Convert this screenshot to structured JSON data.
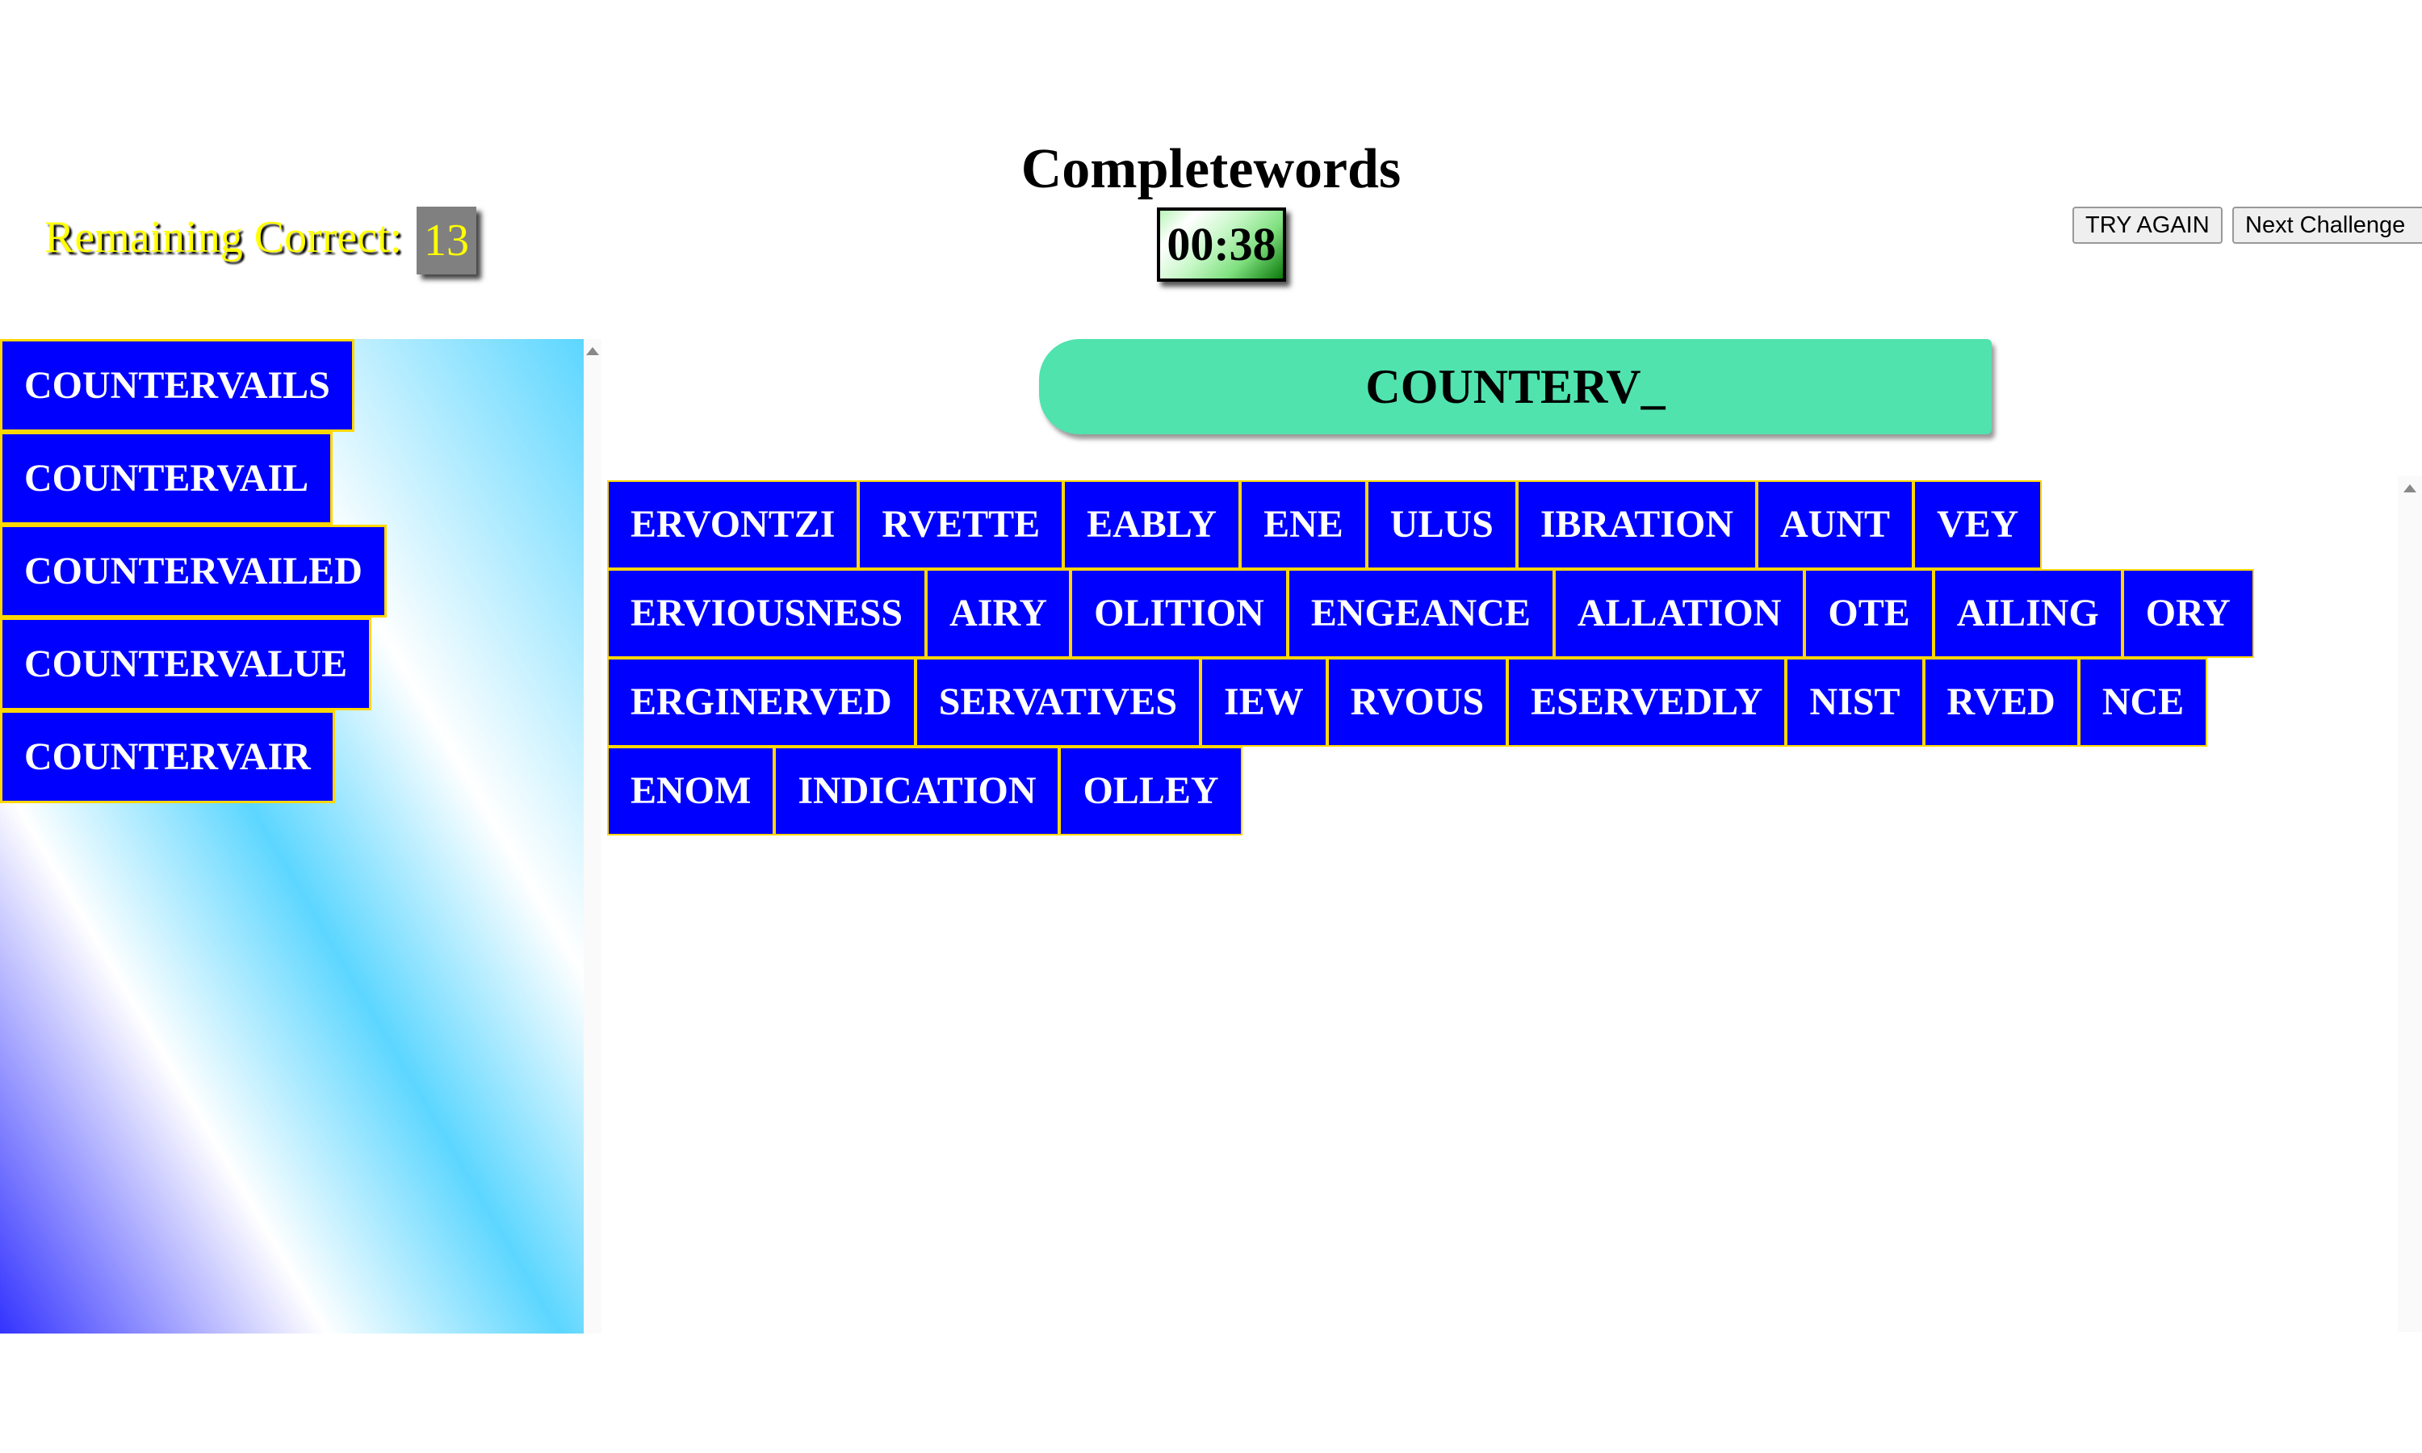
{
  "title": "Completewords",
  "remaining_label": "Remaining Correct:",
  "remaining_count": "13",
  "timer": "00:38",
  "buttons": {
    "try_again": "TRY AGAIN",
    "next": "Next Challenge"
  },
  "found_words": [
    "COUNTERVAILS",
    "COUNTERVAIL",
    "COUNTERVAILED",
    "COUNTERVALUE",
    "COUNTERVAIR"
  ],
  "challenge": "COUNTERV_",
  "tiles": [
    "ERVONTZI",
    "RVETTE",
    "EABLY",
    "ENE",
    "ULUS",
    "IBRATION",
    "AUNT",
    "VEY",
    "ERVIOUSNESS",
    "AIRY",
    "OLITION",
    "ENGEANCE",
    "ALLATION",
    "OTE",
    "AILING",
    "ORY",
    "ERGINERVED",
    "SERVATIVES",
    "IEW",
    "RVOUS",
    "ESERVEDLY",
    "NIST",
    "RVED",
    "NCE",
    "ENOM",
    "INDICATION",
    "OLLEY"
  ]
}
